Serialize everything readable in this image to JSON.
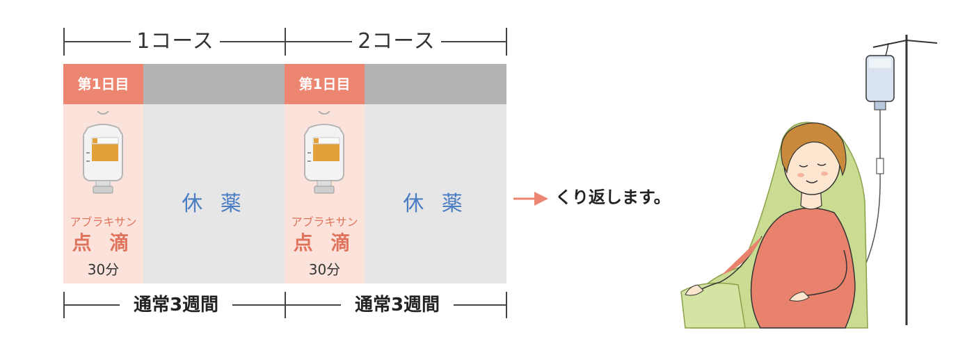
{
  "courses": [
    {
      "label": "1コース",
      "day_label": "第1日目",
      "drug_name": "アブラキサン",
      "drip_label": "点 滴",
      "duration": "30分",
      "rest_label": "休 薬",
      "cycle_length": "通常3週間"
    },
    {
      "label": "2コース",
      "day_label": "第1日目",
      "drug_name": "アブラキサン",
      "drip_label": "点 滴",
      "duration": "30分",
      "rest_label": "休 薬",
      "cycle_length": "通常3週間"
    }
  ],
  "repeat": {
    "label": "くり返します。"
  },
  "colors": {
    "day_header": "#ec8670",
    "day_body": "#fbe3dc",
    "rest_header": "#b3b3b3",
    "rest_body": "#e7e6e6",
    "rest_text": "#4a7dc3",
    "drug_text": "#e0735c",
    "arrow": "#ec8670"
  },
  "icons": [
    "iv-bag-icon",
    "arrow-right-icon",
    "patient-iv-illustration"
  ]
}
